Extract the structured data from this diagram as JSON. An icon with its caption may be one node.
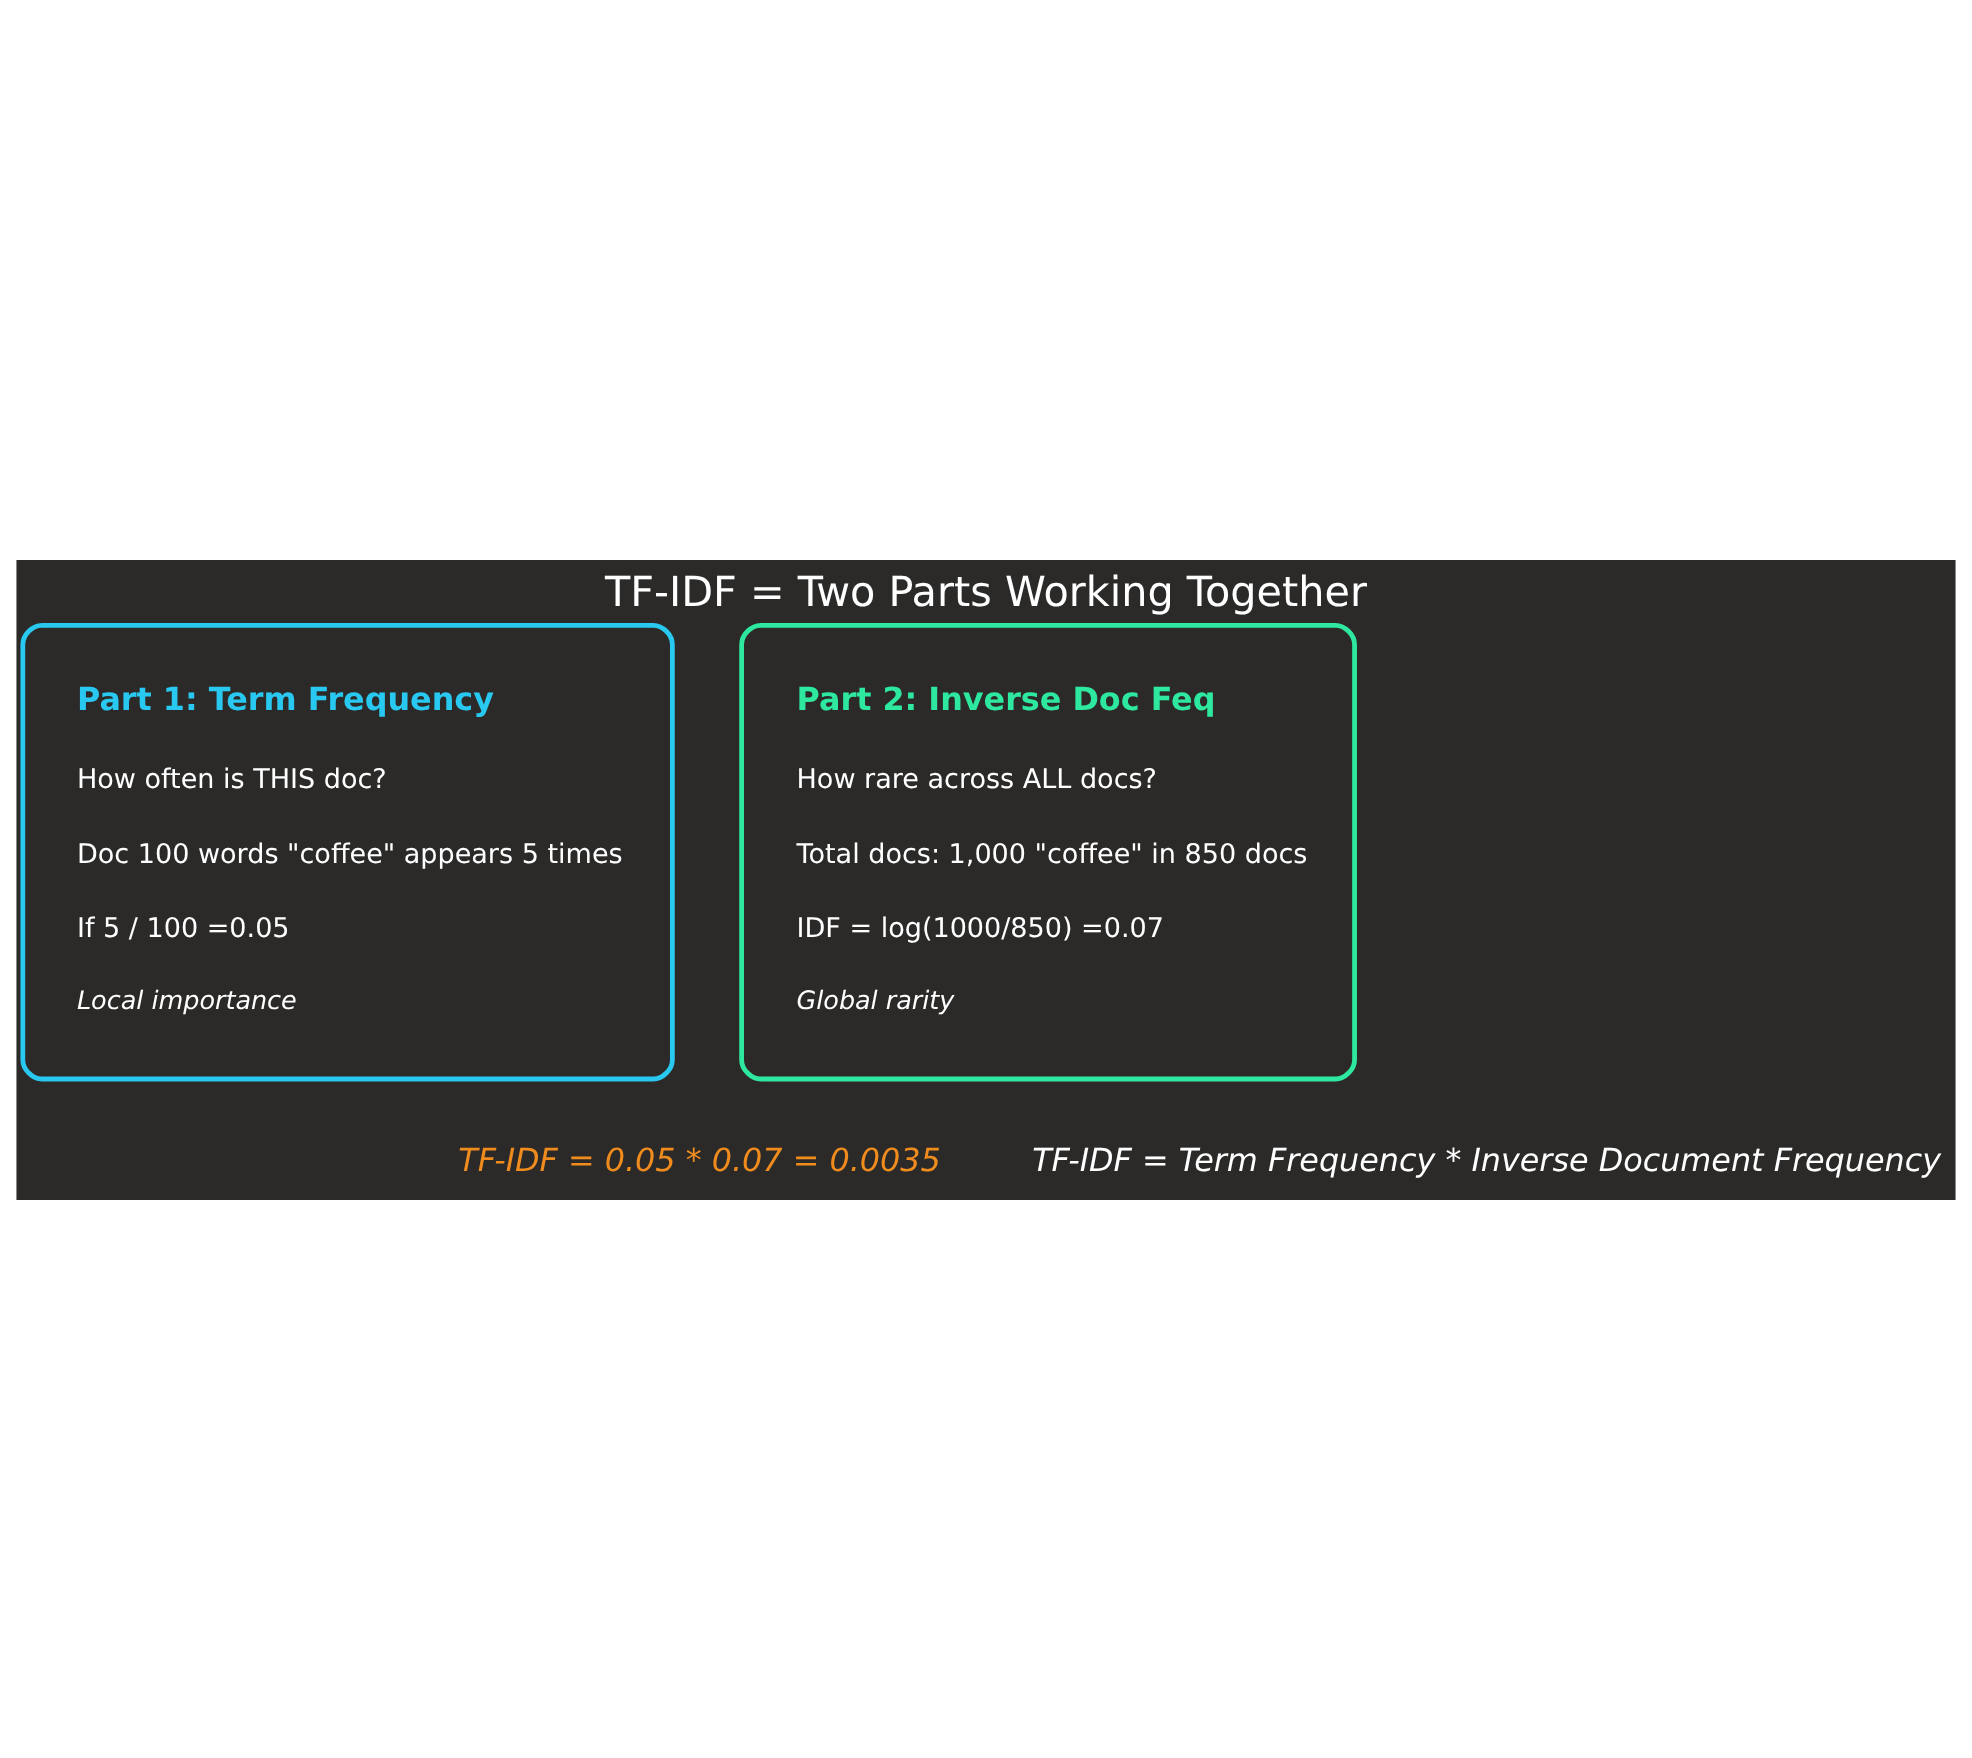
{
  "diagram": {
    "title": "TF-IDF = Two Parts Working Together",
    "nodes": [
      {
        "text": [
          "Part 1: Term Frequency",
          "How often is THIS doc?",
          "Doc 100 words \"coffee\" appears 5 times",
          "If 5 / 100 =0.05",
          "Local importance"
        ]
      },
      {
        "text": [
          "Part 2: Inverse Doc Feq",
          "How rare across ALL docs?",
          "Total docs: 1,000 \"coffee\" in 850 docs",
          "IDF = log(1000/850) =0.07",
          "Global rarity"
        ]
      }
    ],
    "labels": [
      "TF-IDF = 0.05 * 0.07 = 0.0035",
      "TF-IDF = Term Frequency * Inverse Document Frequency"
    ]
  }
}
